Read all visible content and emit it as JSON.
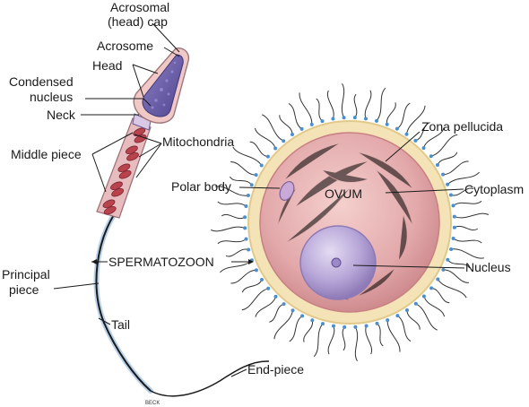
{
  "labels": {
    "acrosomal_cap_line1": "Acrosomal",
    "acrosomal_cap_line2": "(head) cap",
    "acrosome": "Acrosome",
    "head": "Head",
    "condensed_nucleus_line1": "Condensed",
    "condensed_nucleus_line2": "nucleus",
    "neck": "Neck",
    "middle_piece": "Middle piece",
    "mitochondria": "Mitochondria",
    "polar_body": "Polar body",
    "ovum": "OVUM",
    "zona_pellucida": "Zona pellucida",
    "cytoplasm": "Cytoplasm",
    "spermatozoon": "SPERMATOZOON",
    "nucleus": "Nucleus",
    "principal_piece_line1": "Principal",
    "principal_piece_line2": "piece",
    "tail": "Tail",
    "end_piece": "End-piece",
    "artist_signature": "BECK"
  },
  "colors": {
    "zona": "#f3e3b6",
    "zona_edge": "#e2c98a",
    "cytoplasm": "#e3a9ab",
    "cytoplasm_edge": "#c98083",
    "nucleus": "#b7a6d8",
    "nucleus_edge": "#8d7ab6",
    "sperm_head": "#6e62a8",
    "acrosome_cap": "#f0c9c7",
    "midpiece": "#e7bcbf",
    "mitochondria": "#b8434d",
    "tail_sheath": "#b9d1ea",
    "tail_core": "#1a1a1a",
    "flagella": "#333333",
    "flagella_tip": "#4a8fd0"
  }
}
